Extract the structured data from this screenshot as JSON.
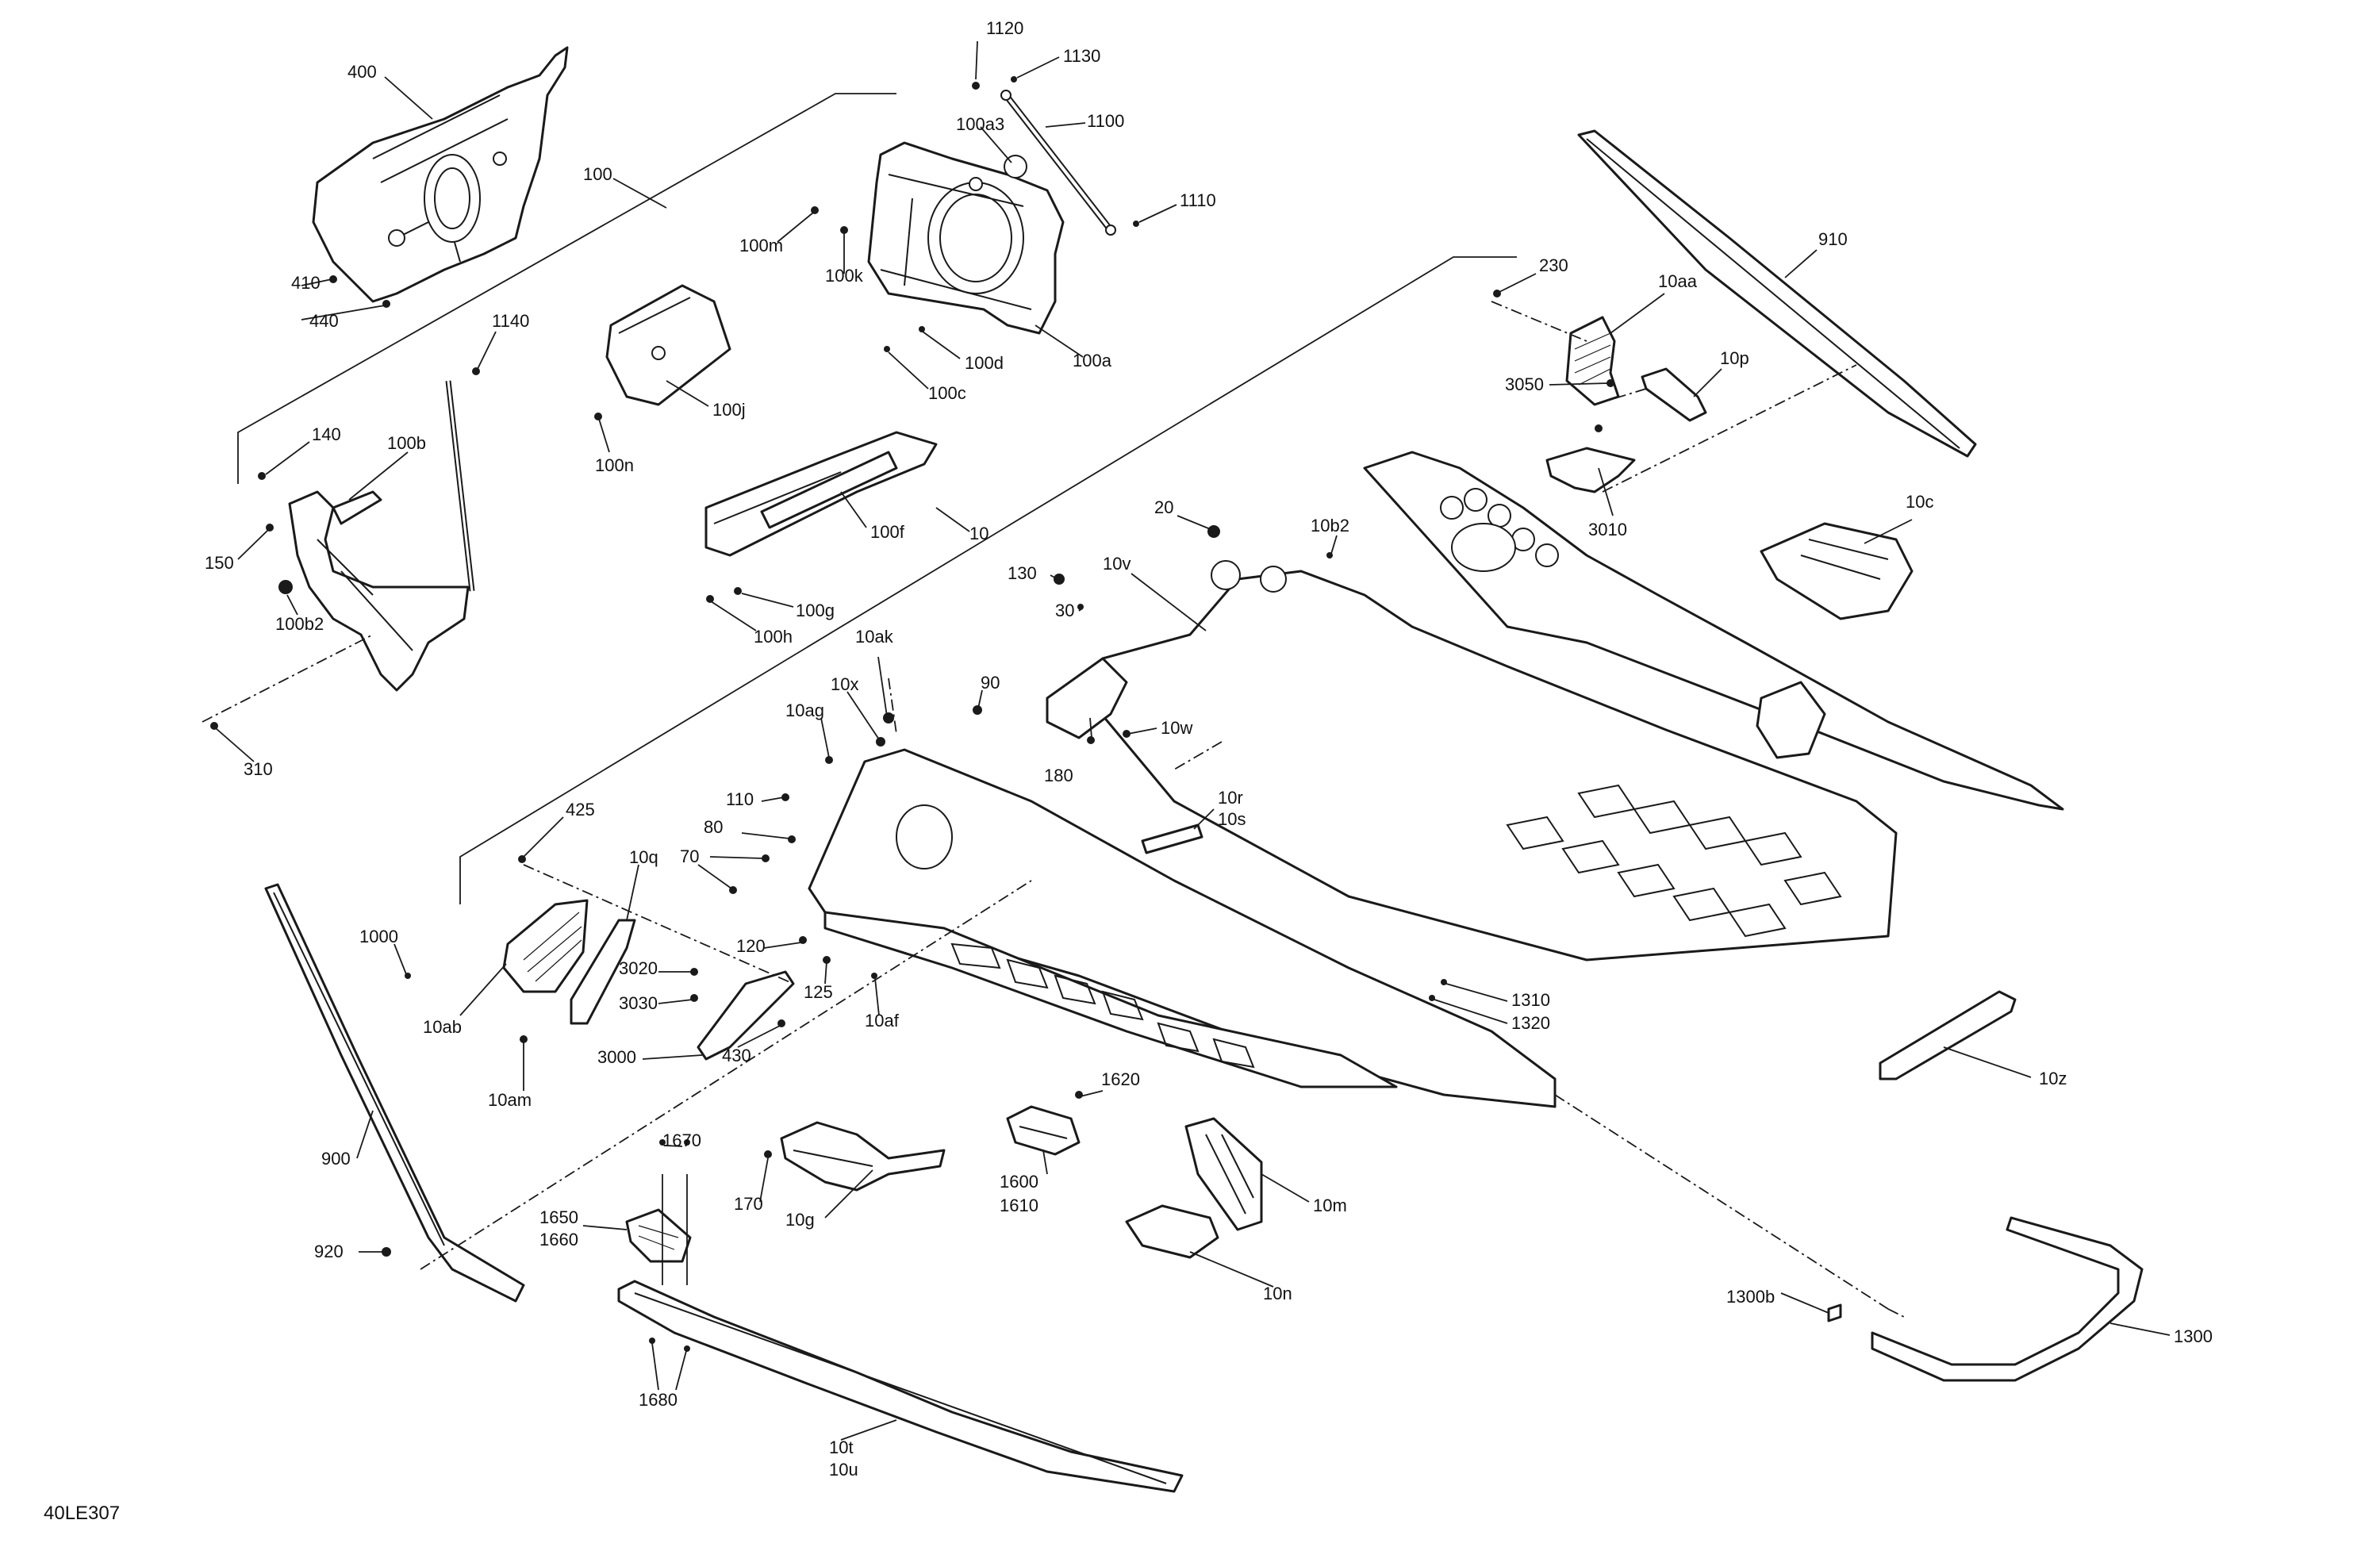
{
  "figure_id": "40LE307",
  "callouts": [
    {
      "id": "c400",
      "text": "400"
    },
    {
      "id": "c100",
      "text": "100"
    },
    {
      "id": "c410",
      "text": "410"
    },
    {
      "id": "c440",
      "text": "440"
    },
    {
      "id": "c1120",
      "text": "1120"
    },
    {
      "id": "c1130",
      "text": "1130"
    },
    {
      "id": "c100a3",
      "text": "100a3"
    },
    {
      "id": "c1100",
      "text": "1100"
    },
    {
      "id": "c1110",
      "text": "1110"
    },
    {
      "id": "c100m",
      "text": "100m"
    },
    {
      "id": "c100k",
      "text": "100k"
    },
    {
      "id": "c100d",
      "text": "100d"
    },
    {
      "id": "c100a",
      "text": "100a"
    },
    {
      "id": "c100c",
      "text": "100c"
    },
    {
      "id": "c100j",
      "text": "100j"
    },
    {
      "id": "c100n",
      "text": "100n"
    },
    {
      "id": "c1140",
      "text": "1140"
    },
    {
      "id": "c140",
      "text": "140"
    },
    {
      "id": "c100b",
      "text": "100b"
    },
    {
      "id": "c150",
      "text": "150"
    },
    {
      "id": "c100b2",
      "text": "100b2"
    },
    {
      "id": "c310",
      "text": "310"
    },
    {
      "id": "c100f",
      "text": "100f"
    },
    {
      "id": "c100g",
      "text": "100g"
    },
    {
      "id": "c100h",
      "text": "100h"
    },
    {
      "id": "c10",
      "text": "10"
    },
    {
      "id": "c910",
      "text": "910"
    },
    {
      "id": "c230",
      "text": "230"
    },
    {
      "id": "c10aa",
      "text": "10aa"
    },
    {
      "id": "c10p",
      "text": "10p"
    },
    {
      "id": "c3050",
      "text": "3050"
    },
    {
      "id": "c3010",
      "text": "3010"
    },
    {
      "id": "c10c",
      "text": "10c"
    },
    {
      "id": "c20",
      "text": "20"
    },
    {
      "id": "c10b2",
      "text": "10b2"
    },
    {
      "id": "c130",
      "text": "130"
    },
    {
      "id": "c10v",
      "text": "10v"
    },
    {
      "id": "c30",
      "text": "30"
    },
    {
      "id": "c10ak",
      "text": "10ak"
    },
    {
      "id": "c10x",
      "text": "10x"
    },
    {
      "id": "c90",
      "text": "90"
    },
    {
      "id": "c10ag",
      "text": "10ag"
    },
    {
      "id": "c180",
      "text": "180"
    },
    {
      "id": "c10w",
      "text": "10w"
    },
    {
      "id": "c110",
      "text": "110"
    },
    {
      "id": "c10r",
      "text": "10r"
    },
    {
      "id": "c10s",
      "text": "10s"
    },
    {
      "id": "c425",
      "text": "425"
    },
    {
      "id": "c80",
      "text": "80"
    },
    {
      "id": "c70",
      "text": "70"
    },
    {
      "id": "c10q",
      "text": "10q"
    },
    {
      "id": "c1000",
      "text": "1000"
    },
    {
      "id": "c120",
      "text": "120"
    },
    {
      "id": "c3020",
      "text": "3020"
    },
    {
      "id": "c3030",
      "text": "3030"
    },
    {
      "id": "c125",
      "text": "125"
    },
    {
      "id": "c10af",
      "text": "10af"
    },
    {
      "id": "c10ab",
      "text": "10ab"
    },
    {
      "id": "c3000",
      "text": "3000"
    },
    {
      "id": "c430",
      "text": "430"
    },
    {
      "id": "c10am",
      "text": "10am"
    },
    {
      "id": "c1310",
      "text": "1310"
    },
    {
      "id": "c1320",
      "text": "1320"
    },
    {
      "id": "c10z",
      "text": "10z"
    },
    {
      "id": "c1620",
      "text": "1620"
    },
    {
      "id": "c900",
      "text": "900"
    },
    {
      "id": "c1670",
      "text": "1670"
    },
    {
      "id": "c170",
      "text": "170"
    },
    {
      "id": "c10g",
      "text": "10g"
    },
    {
      "id": "c1600",
      "text": "1600"
    },
    {
      "id": "c1610",
      "text": "1610"
    },
    {
      "id": "c10m",
      "text": "10m"
    },
    {
      "id": "c1650",
      "text": "1650"
    },
    {
      "id": "c1660",
      "text": "1660"
    },
    {
      "id": "c920",
      "text": "920"
    },
    {
      "id": "c10n",
      "text": "10n"
    },
    {
      "id": "c1300b",
      "text": "1300b"
    },
    {
      "id": "c1300",
      "text": "1300"
    },
    {
      "id": "c1680",
      "text": "1680"
    },
    {
      "id": "c10t",
      "text": "10t"
    },
    {
      "id": "c10u",
      "text": "10u"
    }
  ]
}
